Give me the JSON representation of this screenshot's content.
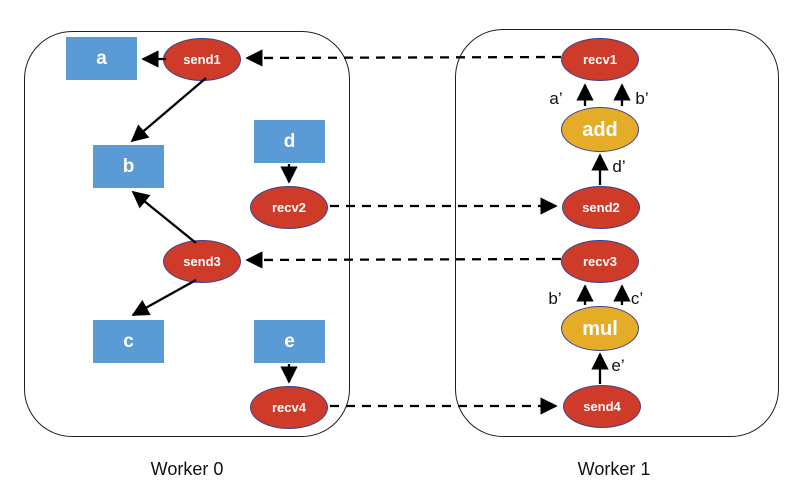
{
  "workers": [
    {
      "id": "worker0",
      "label": "Worker 0"
    },
    {
      "id": "worker1",
      "label": "Worker 1"
    }
  ],
  "nodes": {
    "a": {
      "label": "a"
    },
    "b": {
      "label": "b"
    },
    "c": {
      "label": "c"
    },
    "d": {
      "label": "d"
    },
    "e": {
      "label": "e"
    },
    "send1": {
      "label": "send1"
    },
    "recv2": {
      "label": "recv2"
    },
    "send3": {
      "label": "send3"
    },
    "recv4": {
      "label": "recv4"
    },
    "recv1": {
      "label": "recv1"
    },
    "add": {
      "label": "add"
    },
    "send2": {
      "label": "send2"
    },
    "recv3": {
      "label": "recv3"
    },
    "mul": {
      "label": "mul"
    },
    "send4": {
      "label": "send4"
    }
  },
  "edge_labels": {
    "recv1_left": "a’",
    "recv1_right": "b’",
    "add_in": "d’",
    "recv3_left": "b’",
    "recv3_right": "c’",
    "mul_in": "e’"
  },
  "edges": {
    "solid": [
      "send1->a",
      "send1->b",
      "d->recv2",
      "send3->b",
      "send3->c",
      "e->recv4",
      "add->recv1 (a’)",
      "add->recv1 (b’)",
      "send2->add (d’)",
      "mul->recv3 (b’)",
      "mul->recv3 (c’)",
      "send4->mul (e’)"
    ],
    "dashed": [
      "recv1->send1",
      "recv2->send2",
      "recv3->send3",
      "recv4->send4"
    ]
  },
  "colors": {
    "data_node": "#5B9BD5",
    "comm_node": "#CE3B28",
    "compute_node": "#E5AC28",
    "node_border": "#3F3F8F",
    "arrow": "#000000",
    "box_border": "#1F1F1F"
  }
}
